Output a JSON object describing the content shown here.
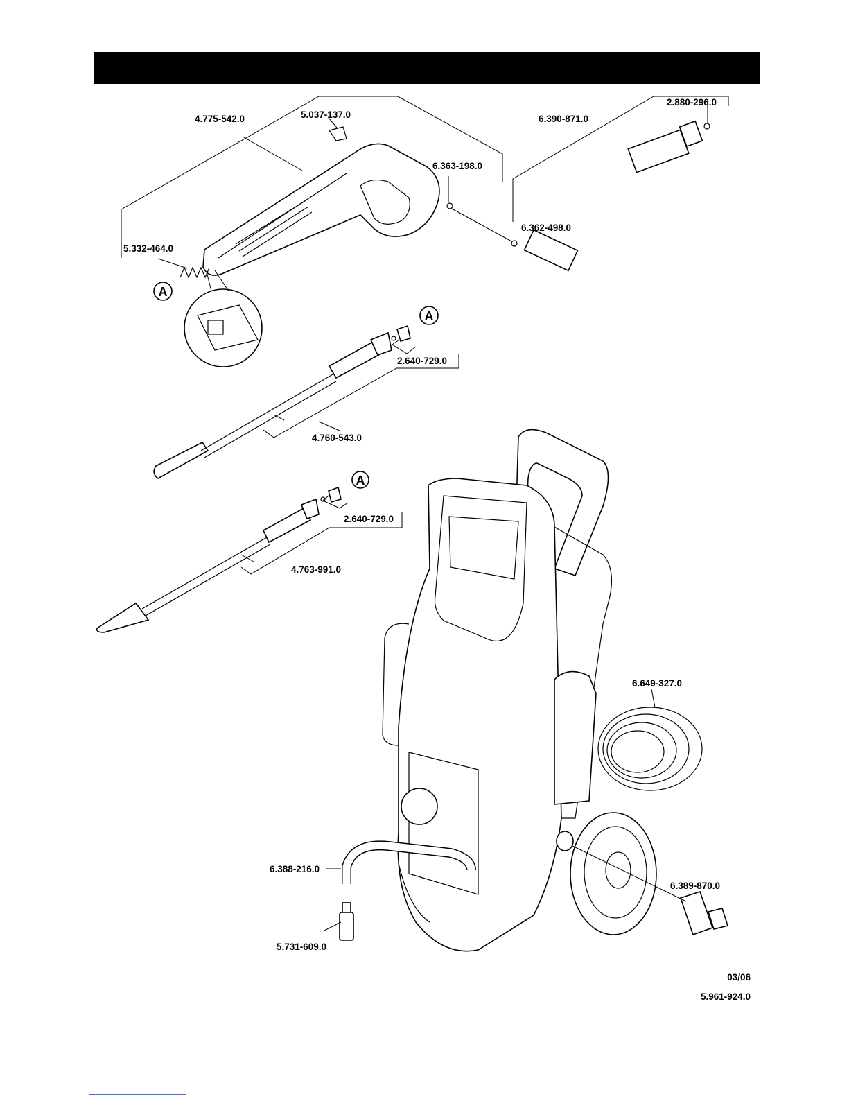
{
  "parts": {
    "gun_assembly": "4.775-542.0",
    "clip": "5.037-137.0",
    "oring_gun": "6.363-198.0",
    "hose": "6.390-871.0",
    "oring_hose_end": "2.880-296.0",
    "oring_hose": "6.362-498.0",
    "spring": "5.332-464.0",
    "nozzle_upper": "2.640-729.0",
    "lance_upper": "4.760-543.0",
    "nozzle_lower": "2.640-729.0",
    "lance_lower": "4.763-991.0",
    "hose_reel": "6.649-327.0",
    "suction_hose": "6.388-216.0",
    "filter": "5.731-609.0",
    "connector": "6.389-870.0"
  },
  "callouts": {
    "a1": "A",
    "a2": "A",
    "a3": "A"
  },
  "footer": {
    "date": "03/06",
    "doc_number": "5.961-924.0"
  },
  "colors": {
    "header": "#000000",
    "line": "#000000"
  }
}
